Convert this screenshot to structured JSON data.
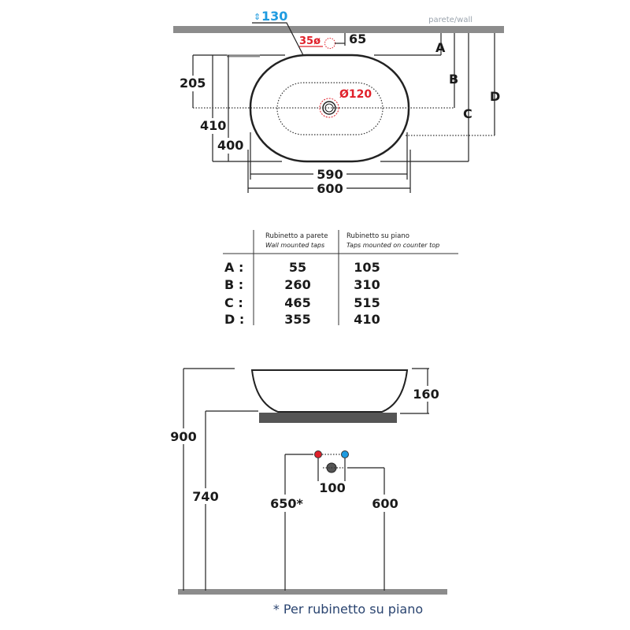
{
  "top_view": {
    "wall_label": "parete/wall",
    "tap_height": "130",
    "tap_hole": "35ø",
    "tap_offset": "65",
    "drain": "Ø120",
    "dims": {
      "d205": "205",
      "d410": "410",
      "d400": "400",
      "d590": "590",
      "d600": "600"
    },
    "letters": {
      "a": "A",
      "b": "B",
      "c": "C",
      "d": "D"
    }
  },
  "table": {
    "col1_it": "Rubinetto a parete",
    "col1_en": "Wall mounted taps",
    "col2_it": "Rubinetto su piano",
    "col2_en": "Taps mounted on counter top",
    "rows": [
      {
        "label": "A :",
        "wall": "55",
        "counter": "105"
      },
      {
        "label": "B :",
        "wall": "260",
        "counter": "310"
      },
      {
        "label": "C :",
        "wall": "465",
        "counter": "515"
      },
      {
        "label": "D :",
        "wall": "355",
        "counter": "410"
      }
    ]
  },
  "side_view": {
    "d900": "900",
    "d740": "740",
    "d160": "160",
    "d650": "650*",
    "d600": "600",
    "d100": "100",
    "footnote": "* Per rubinetto su piano"
  },
  "colors": {
    "blue": "#1e9be0",
    "red": "#e0202a",
    "wall": "#8c8c8c",
    "counter": "#555555"
  }
}
